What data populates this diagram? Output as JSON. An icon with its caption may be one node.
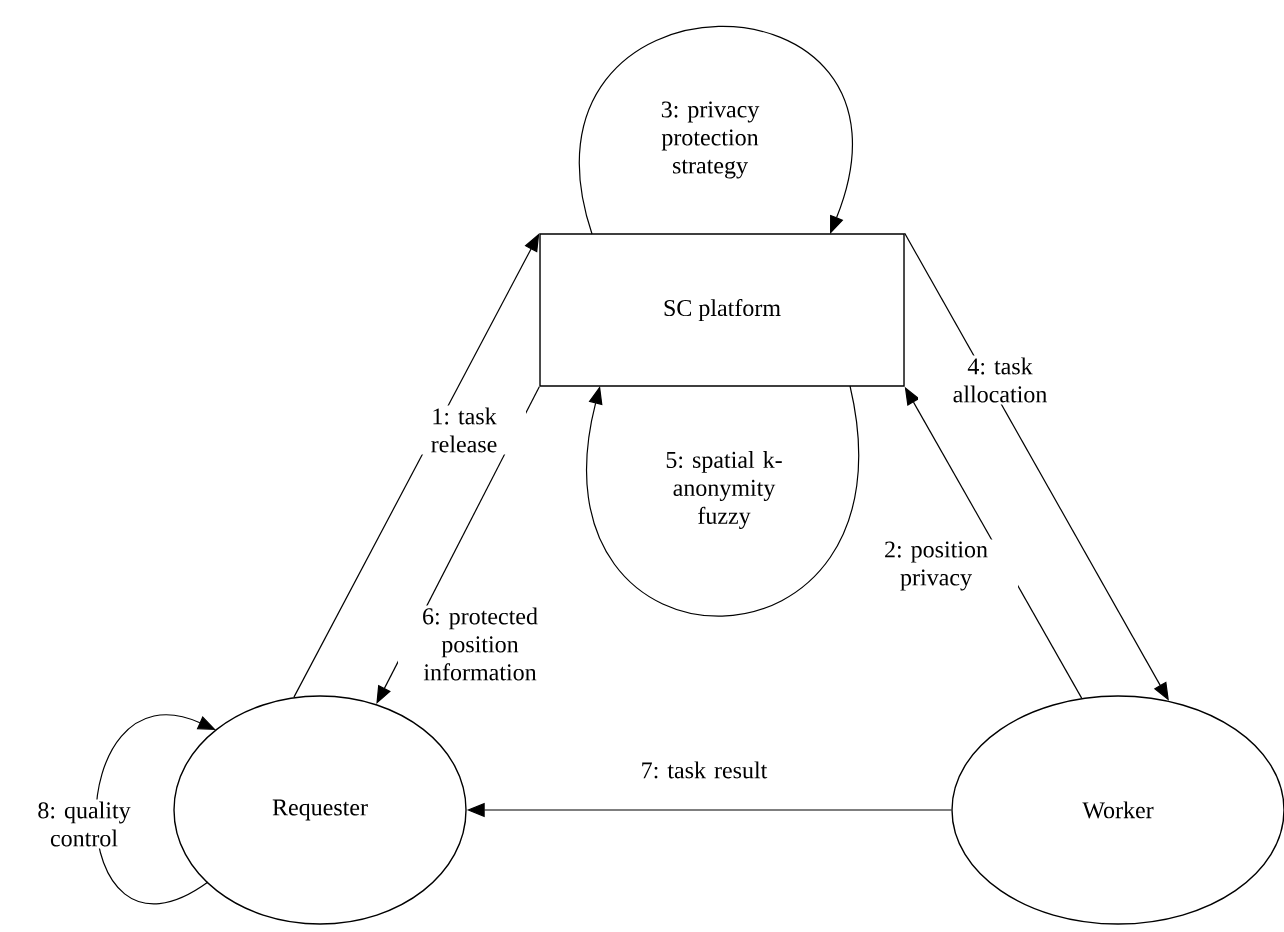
{
  "diagram": {
    "nodes": [
      {
        "text": [
          "SC platform"
        ]
      },
      {
        "text": [
          "Requester"
        ]
      },
      {
        "text": [
          "Worker"
        ]
      }
    ],
    "edges": [
      {
        "from": 1,
        "to": 0,
        "arrow": "to",
        "label": "1: task release"
      },
      {
        "from": 2,
        "to": 0,
        "arrow": "to",
        "label": "2: position privacy"
      },
      {
        "from": 0,
        "to": 0,
        "arrow": "to",
        "label": "3: privacy protection strategy"
      },
      {
        "from": 0,
        "to": 2,
        "arrow": "to",
        "label": "4: task allocation"
      },
      {
        "from": 0,
        "to": 0,
        "arrow": "to",
        "label": "5: spatial k-anonymity fuzzy"
      },
      {
        "from": 0,
        "to": 1,
        "arrow": "to",
        "label": "6: protected position information"
      },
      {
        "from": 2,
        "to": 1,
        "arrow": "to",
        "label": "7: task result"
      },
      {
        "from": 1,
        "to": 1,
        "arrow": "to",
        "label": "8: quality control"
      }
    ]
  }
}
